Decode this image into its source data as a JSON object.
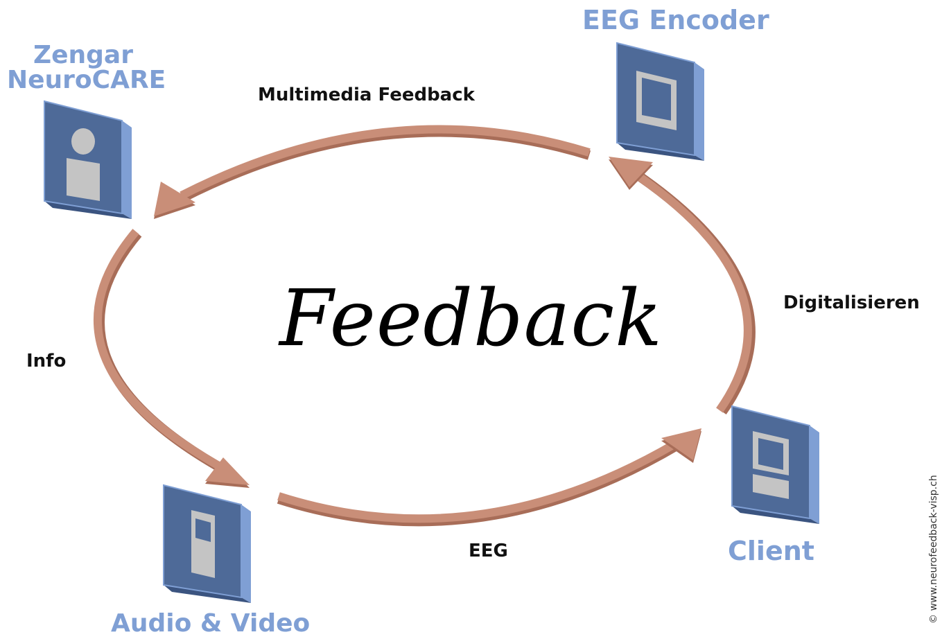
{
  "center_title": "Feedback",
  "nodes": {
    "encoder": {
      "title": "EEG Encoder",
      "icon": "monitor-icon"
    },
    "neurocare": {
      "title_line1": "Zengar",
      "title_line2": "NeuroCARE",
      "icon": "person-icon"
    },
    "client": {
      "title": "Client",
      "icon": "computer-icon"
    },
    "audio_video": {
      "title": "Audio & Video",
      "icon": "phone-icon"
    }
  },
  "edges": {
    "multimedia_feedback": "Multimedia Feedback",
    "digitalisieren": "Digitalisieren",
    "info": "Info",
    "eeg": "EEG"
  },
  "copyright": "© www.neurofeedback-visp.ch",
  "colors": {
    "node_title": "#7f9fd4",
    "tile_face": "#4e6a98",
    "tile_edge": "#7f9fd4",
    "glyph": "#c4c4c4",
    "arrow": "#c98e78",
    "arrow_side": "#a86d58"
  }
}
